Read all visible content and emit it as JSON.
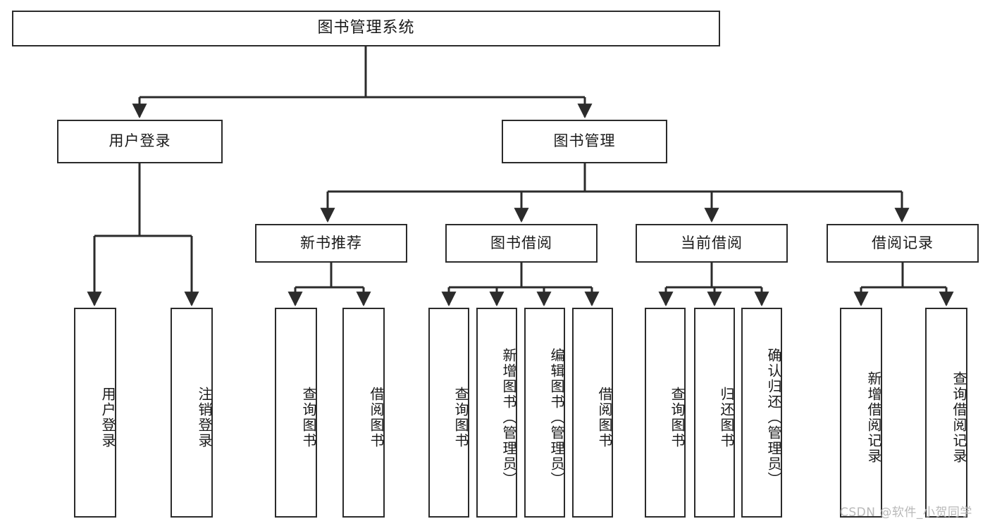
{
  "diagram": {
    "title": "图书管理系统",
    "watermark": "CSDN @软件_小贺同学",
    "colors": {
      "stroke": "#2b2b2b",
      "fill": "#ffffff",
      "text": "#1a1a1a",
      "watermark": "#b9b9b9"
    },
    "root": {
      "label": "图书管理系统"
    },
    "level2": [
      {
        "label": "用户登录"
      },
      {
        "label": "图书管理"
      }
    ],
    "level3": [
      {
        "label": "新书推荐"
      },
      {
        "label": "图书借阅"
      },
      {
        "label": "当前借阅"
      },
      {
        "label": "借阅记录"
      }
    ],
    "leaves": {
      "user_login": [
        {
          "label": "用户登录"
        },
        {
          "label": "注销登录"
        }
      ],
      "new_book_rec": [
        {
          "label": "查询图书"
        },
        {
          "label": "借阅图书"
        }
      ],
      "book_borrow": [
        {
          "label": "查询图书"
        },
        {
          "label": "新增图书（管理员）"
        },
        {
          "label": "编辑图书（管理员）"
        },
        {
          "label": "借阅图书"
        }
      ],
      "current_borrow": [
        {
          "label": "查询图书"
        },
        {
          "label": "归还图书"
        },
        {
          "label": "确认归还（管理员）"
        }
      ],
      "borrow_record": [
        {
          "label": "新增借阅记录"
        },
        {
          "label": "查询借阅记录"
        }
      ]
    }
  }
}
